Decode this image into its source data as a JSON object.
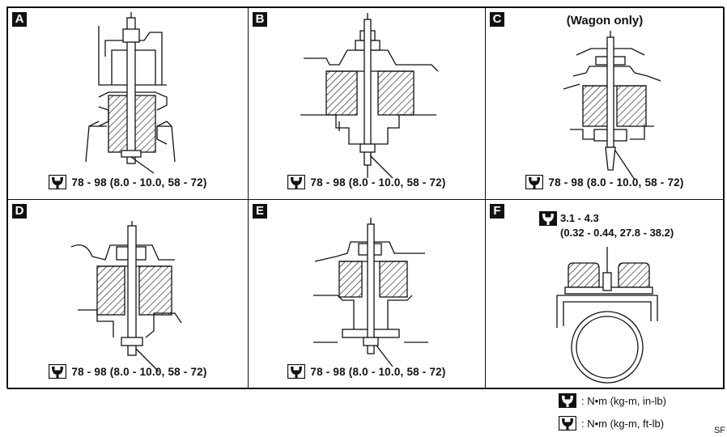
{
  "panels": [
    {
      "id": "A",
      "letter": "A",
      "torque": "78 - 98 (8.0 - 10.0, 58 - 72)"
    },
    {
      "id": "B",
      "letter": "B",
      "torque": "78 - 98 (8.0 - 10.0, 58 - 72)"
    },
    {
      "id": "C",
      "letter": "C",
      "note": "(Wagon only)",
      "torque": "78 - 98 (8.0 - 10.0, 58 - 72)"
    },
    {
      "id": "D",
      "letter": "D",
      "torque": "78 - 98 (8.0 - 10.0, 58 - 72)"
    },
    {
      "id": "E",
      "letter": "E",
      "torque": "78 - 98 (8.0 - 10.0, 58 - 72)"
    },
    {
      "id": "F",
      "letter": "F",
      "torque_line1": "3.1 - 4.3",
      "torque_line2": "(0.32 - 0.44, 27.8 - 38.2)"
    }
  ],
  "legend": {
    "inlb": ": N•m (kg-m, in-lb)",
    "ftlb": ": N•m (kg-m, ft-lb)"
  },
  "ref_code": "SF"
}
